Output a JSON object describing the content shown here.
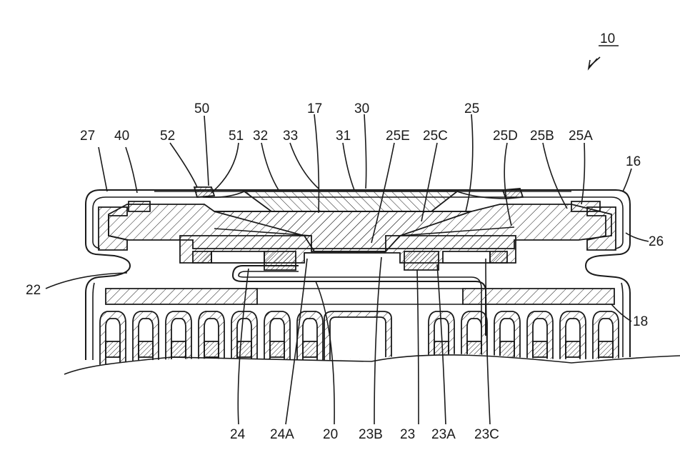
{
  "figure": {
    "reference_number": "10",
    "labels": {
      "l16": "16",
      "l17": "17",
      "l18": "18",
      "l20": "20",
      "l22": "22",
      "l23": "23",
      "l23A": "23A",
      "l23B": "23B",
      "l23C": "23C",
      "l24": "24",
      "l24A": "24A",
      "l25": "25",
      "l25A": "25A",
      "l25B": "25B",
      "l25C": "25C",
      "l25D": "25D",
      "l25E": "25E",
      "l26": "26",
      "l27": "27",
      "l30": "30",
      "l31": "31",
      "l32": "32",
      "l33": "33",
      "l40": "40",
      "l50": "50",
      "l51": "51",
      "l52": "52"
    }
  }
}
